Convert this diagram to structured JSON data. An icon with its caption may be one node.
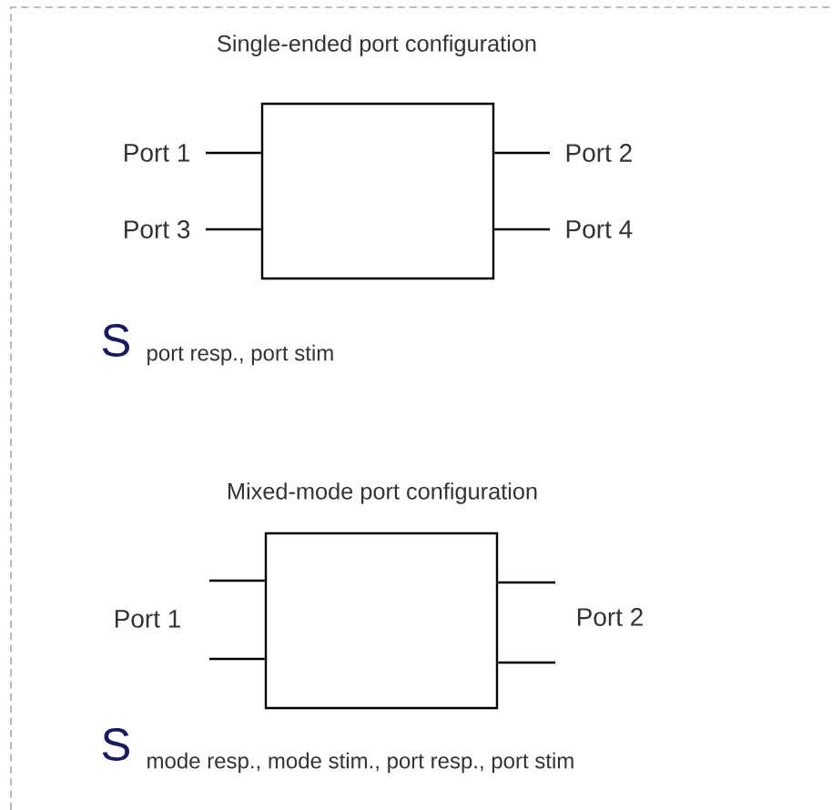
{
  "diagram": {
    "nodes": [
      {
        "text": [
          "Single-ended port configuration"
        ]
      },
      {
        "text": [
          "Port 1"
        ]
      },
      {
        "text": [
          "Port 2"
        ]
      },
      {
        "text": [
          "Port 3"
        ]
      },
      {
        "text": [
          "Port 4"
        ]
      },
      {
        "text": [
          "Mixed-mode port configuration"
        ]
      }
    ],
    "edges": [
      {
        "from": 1,
        "to": 0,
        "arrow": "none"
      },
      {
        "from": 3,
        "to": 0,
        "arrow": "none"
      },
      {
        "from": 0,
        "to": 2,
        "arrow": "none"
      },
      {
        "from": 0,
        "to": 4,
        "arrow": "none"
      },
      {
        "from": null,
        "to": 5,
        "arrow": "none"
      },
      {
        "from": null,
        "to": 5,
        "arrow": "none"
      },
      {
        "from": 5,
        "to": null,
        "arrow": "none"
      },
      {
        "from": 5,
        "to": null,
        "arrow": "none"
      }
    ],
    "labels": [
      "S",
      "port resp., port stim",
      "Port 1",
      "Port 2",
      "S",
      "mode resp., mode stim., port resp., port stim"
    ]
  }
}
